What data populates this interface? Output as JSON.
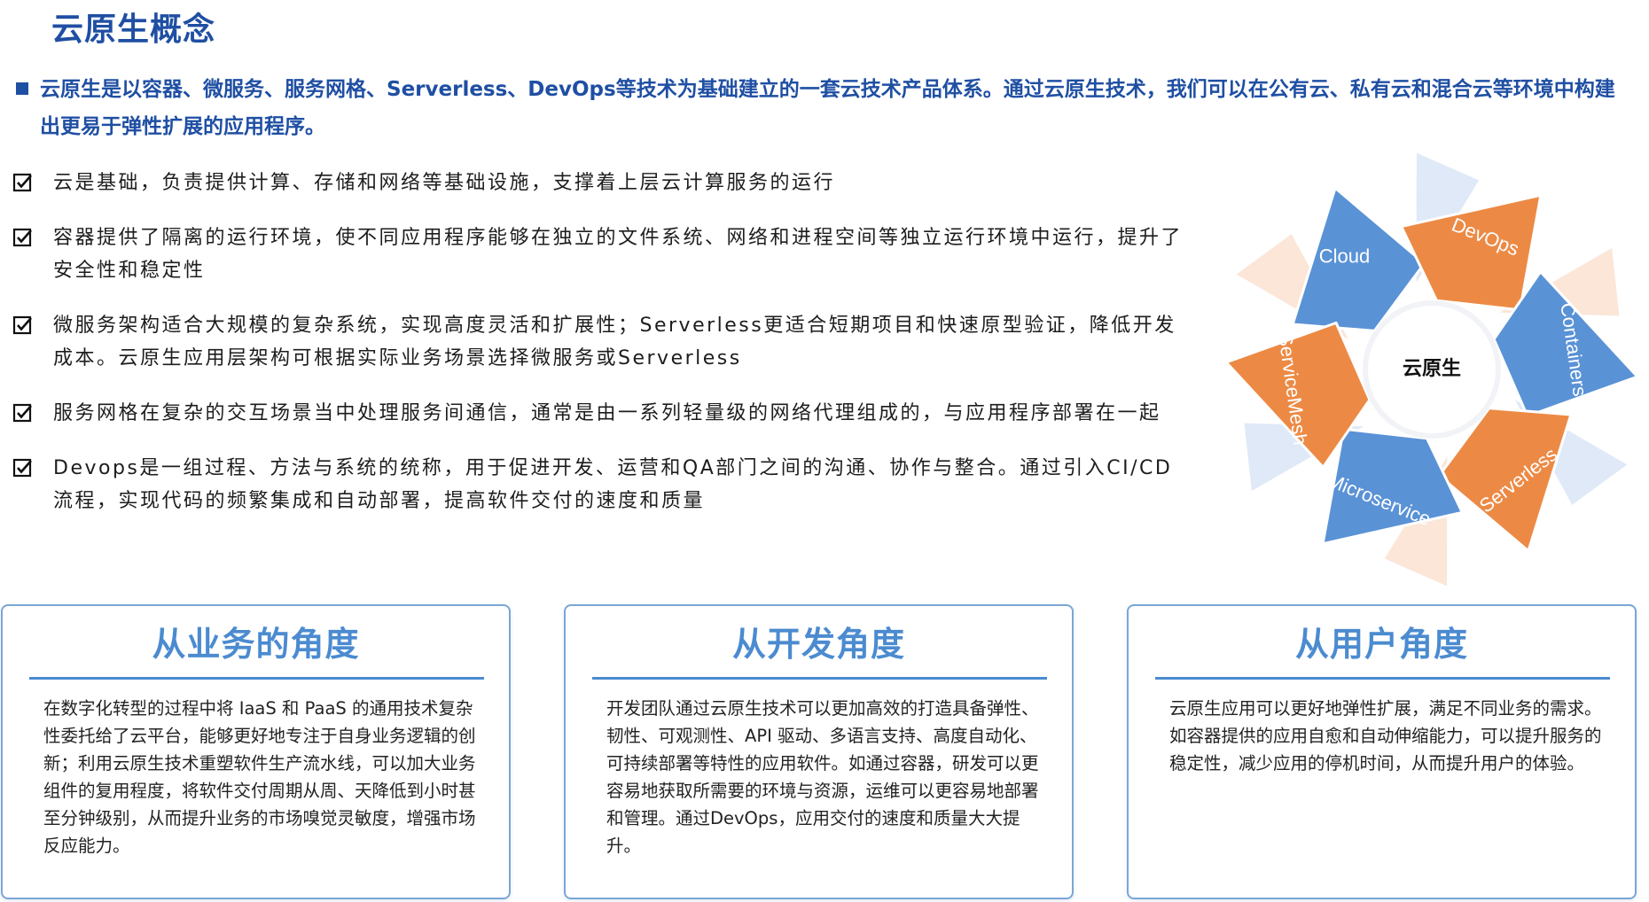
{
  "title": "云原生概念",
  "intro": "云原生是以容器、微服务、服务网格、Serverless、DevOps等技术为基础建立的一套云技术产品体系。通过云原生技术，我们可以在公有云、私有云和混合云等环境中构建出更易于弹性扩展的应用程序。",
  "points": [
    "云是基础，负责提供计算、存储和网络等基础设施，支撑着上层云计算服务的运行",
    "容器提供了隔离的运行环境，使不同应用程序能够在独立的文件系统、网络和进程空间等独立运行环境中运行，提升了安全性和稳定性",
    "微服务架构适合大规模的复杂系统，实现高度灵活和扩展性；Serverless更适合短期项目和快速原型验证，降低开发成本。云原生应用层架构可根据实际业务场景选择微服务或Serverless",
    "服务网格在复杂的交互场景当中处理服务间通信，通常是由一系列轻量级的网络代理组成的，与应用程序部署在一起",
    "Devops是一组过程、方法与系统的统称，用于促进开发、运营和QA部门之间的沟通、协作与整合。通过引入CI/CD流程，实现代码的频繁集成和自动部署，提高软件交付的速度和质量"
  ],
  "diagram": {
    "center": "云原生",
    "segments": [
      {
        "label": "Cloud",
        "color": "#5a92d6"
      },
      {
        "label": "DevOps",
        "color": "#ec8a45"
      },
      {
        "label": "Containers",
        "color": "#5a92d6"
      },
      {
        "label": "Serverless",
        "color": "#ec8a45"
      },
      {
        "label": "Microservice",
        "color": "#5a92d6"
      },
      {
        "label": "ServiceMesh",
        "color": "#ec8a45"
      }
    ]
  },
  "cards": [
    {
      "title": "从业务的角度",
      "body": "在数字化转型的过程中将 IaaS 和 PaaS 的通用技术复杂性委托给了云平台，能够更好地专注于自身业务逻辑的创新；利用云原生技术重塑软件生产流水线，可以加大业务组件的复用程度，将软件交付周期从周、天降低到小时甚至分钟级别，从而提升业务的市场嗅觉灵敏度，增强市场反应能力。"
    },
    {
      "title": "从开发角度",
      "body": "开发团队通过云原生技术可以更加高效的打造具备弹性、韧性、可观测性、API 驱动、多语言支持、高度自动化、可持续部署等特性的应用软件。如通过容器，研发可以更容易地获取所需要的环境与资源，运维可以更容易地部署和管理。通过DevOps，应用交付的速度和质量大大提升。"
    },
    {
      "title": "从用户角度",
      "body": "云原生应用可以更好地弹性扩展，满足不同业务的需求。如容器提供的应用自愈和自动伸缩能力，可以提升服务的稳定性，减少应用的停机时间，从而提升用户的体验。"
    }
  ]
}
